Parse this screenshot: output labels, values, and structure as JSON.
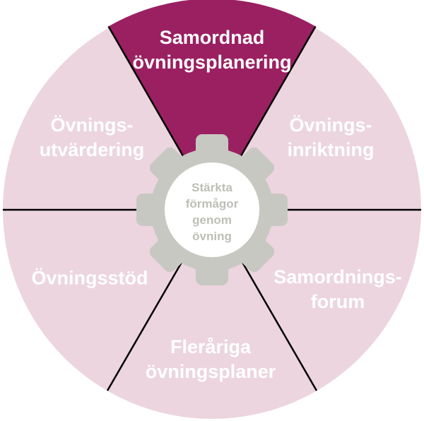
{
  "diagram": {
    "center": {
      "lines": [
        "Stärkta",
        "förmågor",
        "genom",
        "övning"
      ]
    },
    "segments": [
      {
        "id": "samordnad-ovningsplanering",
        "lines": [
          "Samordnad",
          "övningsplanering"
        ],
        "highlighted": true
      },
      {
        "id": "ovnings-inriktning",
        "lines": [
          "Övnings-",
          "inriktning"
        ],
        "highlighted": false
      },
      {
        "id": "samordnings-forum",
        "lines": [
          "Samordnings-",
          "forum"
        ],
        "highlighted": false
      },
      {
        "id": "flerariga-ovningsplaner",
        "lines": [
          "Fleråriga",
          "övningsplaner"
        ],
        "highlighted": false
      },
      {
        "id": "ovningsstod",
        "lines": [
          "Övningsstöd"
        ],
        "highlighted": false
      },
      {
        "id": "ovnings-utvardering",
        "lines": [
          "Övnings-",
          "utvärdering"
        ],
        "highlighted": false
      }
    ],
    "colors": {
      "highlight_fill": "#9B2062",
      "segment_fill": "#ECD5DF",
      "divider": "#000000",
      "gear_fill": "#C8C8C2",
      "hub_fill": "#FFFFFF",
      "hub_text": "#BEBEB8",
      "label_text": "#FFFFFF"
    }
  }
}
